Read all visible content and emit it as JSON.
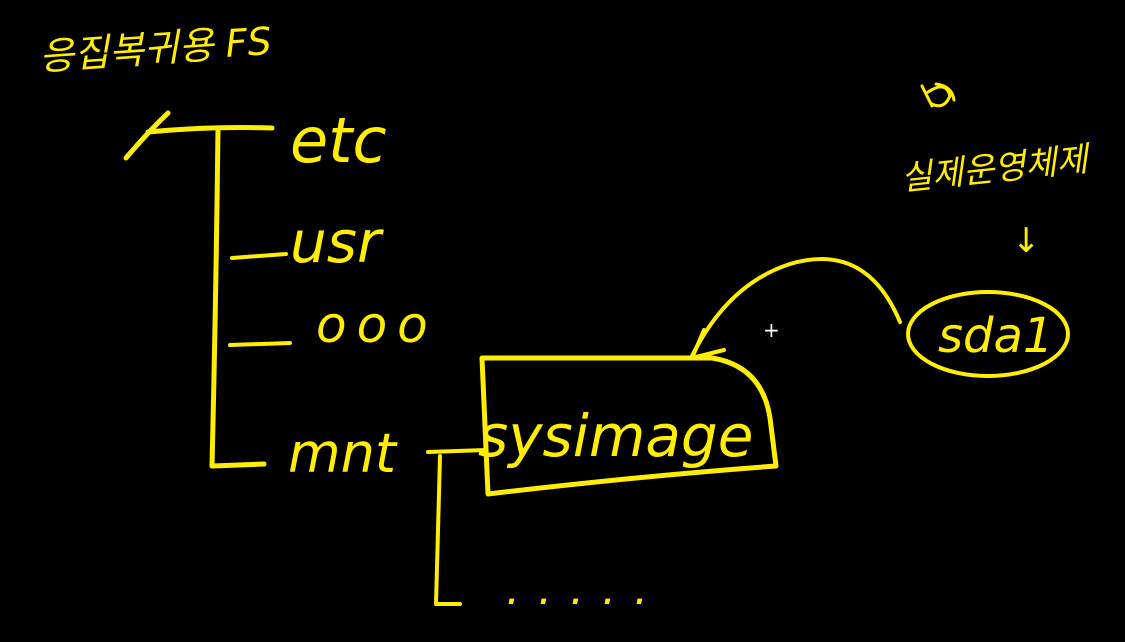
{
  "colors": {
    "background": "#000000",
    "ink": "#ffee00",
    "cursor": "#ffffff"
  },
  "board": {
    "title": "응집복귀용 FS",
    "tree": {
      "root": "/",
      "items": [
        "etc",
        "usr",
        "ooo",
        "mnt"
      ],
      "mount_child": "sysimage",
      "sub_item": "....."
    },
    "right_note": {
      "label": "실제운영체제",
      "arrow": "↓",
      "device": "sda1"
    },
    "cursor_icon": "+"
  }
}
